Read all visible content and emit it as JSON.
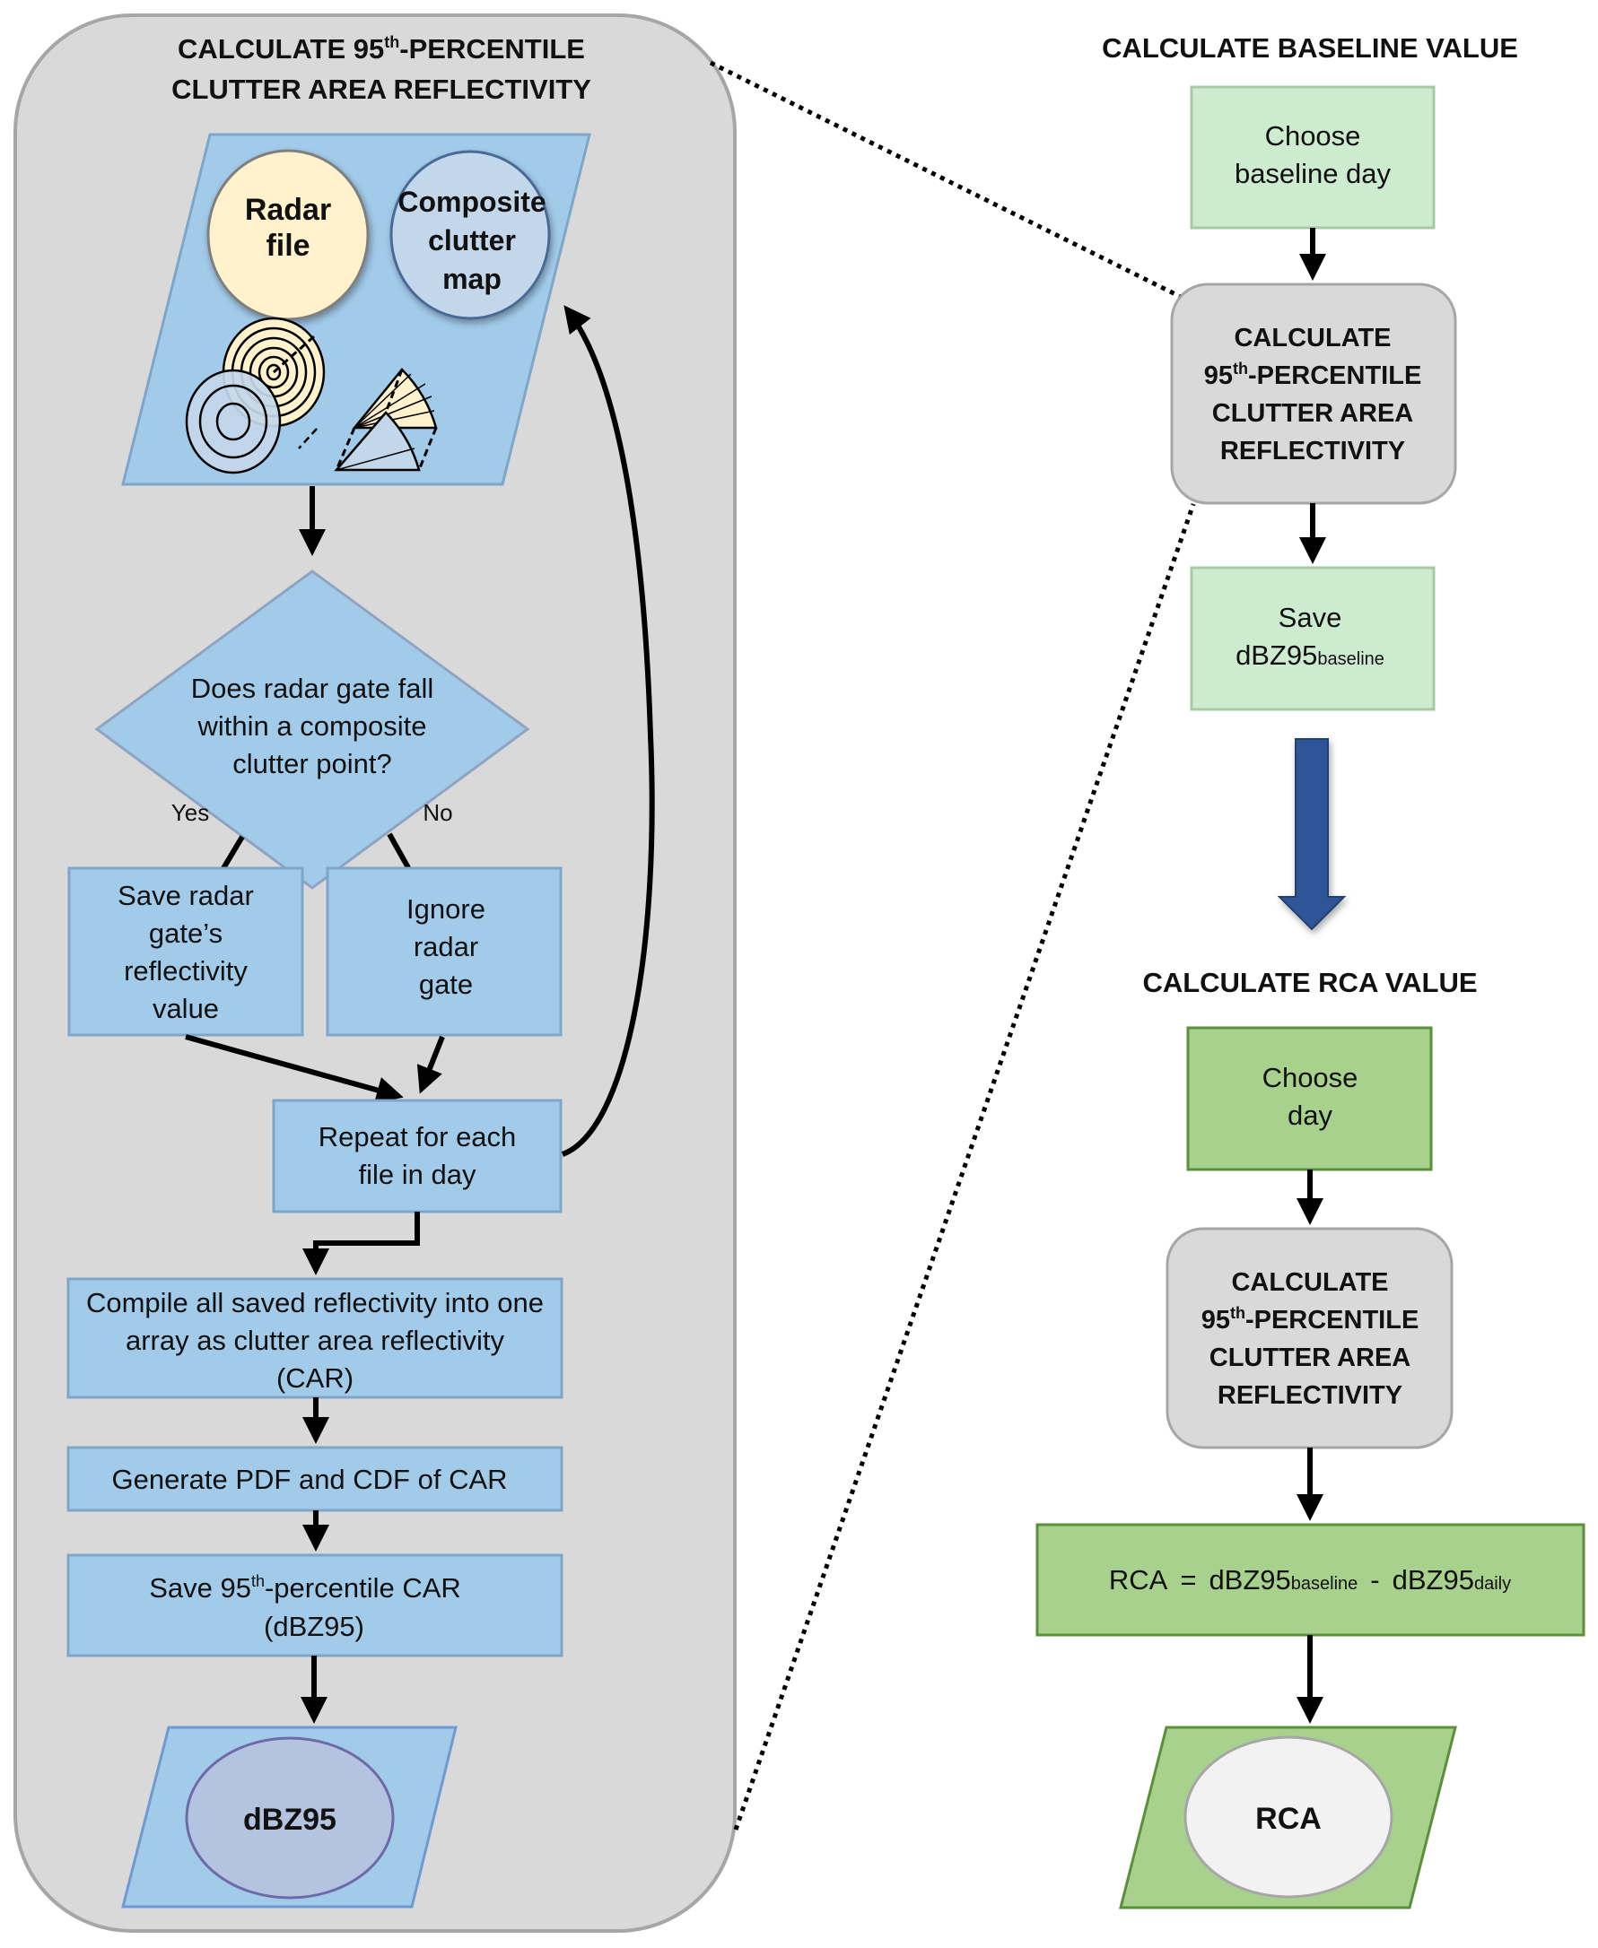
{
  "colors": {
    "panel_fill": "#d9d9d9",
    "panel_stroke": "#a6a6a6",
    "blue_process": "#a2cbea",
    "radar_file_circle": "#fff2cc",
    "clutter_map_circle": "#c3d7ea",
    "dbz95_ellipse": "#b4c3e0",
    "light_green": "#cdebcf",
    "dark_green": "#a9d18e",
    "rca_ellipse": "#f2f2f2",
    "big_arrow": "#2f5597",
    "connector": "#000000"
  },
  "left_panel": {
    "title_line1_pre": "CALCULATE 95",
    "title_line1_sup": "th",
    "title_line1_post": "-PERCENTILE",
    "title_line2": "CLUTTER AREA REFLECTIVITY",
    "inputs": {
      "radar_file": [
        "Radar",
        "file"
      ],
      "composite_clutter_map": [
        "Composite",
        "clutter",
        "map"
      ]
    },
    "decision": {
      "lines": [
        "Does radar gate fall",
        "within a composite",
        "clutter point?"
      ],
      "yes_label": "Yes",
      "no_label": "No"
    },
    "save_gate": [
      "Save radar",
      "gate’s",
      "reflectivity",
      "value"
    ],
    "ignore_gate": [
      "Ignore",
      "radar",
      "gate"
    ],
    "repeat": [
      "Repeat for each",
      "file in day"
    ],
    "compile": [
      "Compile all saved reflectivity into one",
      "array as clutter area reflectivity",
      "(CAR)"
    ],
    "generate": "Generate PDF and CDF of CAR",
    "save95": {
      "line1_pre": "Save 95",
      "line1_sup": "th",
      "line1_post": "-percentile CAR",
      "line2": "(dBZ95)"
    },
    "output": "dBZ95"
  },
  "right_panel": {
    "baseline_title": "CALCULATE BASELINE VALUE",
    "choose_baseline": [
      "Choose",
      "baseline day"
    ],
    "calc_box": {
      "line1": "CALCULATE",
      "line2_pre": "95",
      "line2_sup": "th",
      "line2_post": "-PERCENTILE",
      "line3": "CLUTTER AREA",
      "line4": "REFLECTIVITY"
    },
    "save_baseline": {
      "line1": "Save",
      "main": "dBZ95",
      "sub": "baseline"
    },
    "rca_title": "CALCULATE RCA VALUE",
    "choose_day": [
      "Choose",
      "day"
    ],
    "formula": {
      "lhs": "RCA",
      "eq": "=",
      "term1": "dBZ95",
      "term1_sub": "baseline",
      "minus": "-",
      "term2": "dBZ95",
      "term2_sub": "daily"
    },
    "output": "RCA"
  }
}
